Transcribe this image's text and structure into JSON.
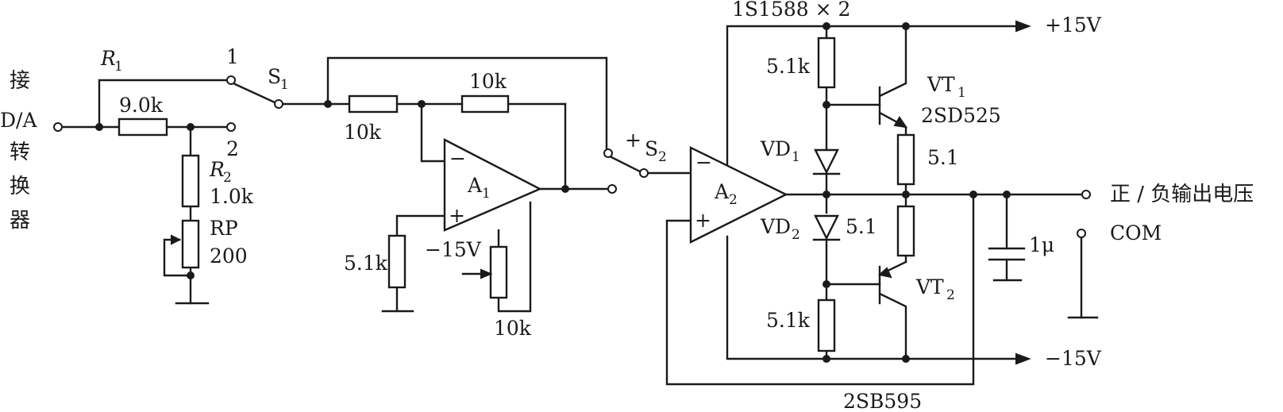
{
  "input": {
    "char1": "接",
    "da": "D/A",
    "char2": "转",
    "char3": "换",
    "char4": "器"
  },
  "R1": {
    "name": "R",
    "sub": "1"
  },
  "r9k": "9.0k",
  "switch1": {
    "pos1": "1",
    "pos2": "2",
    "name": "S",
    "sub": "1"
  },
  "R2": {
    "name": "R",
    "sub": "2",
    "value": "1.0k"
  },
  "RP": {
    "name": "RP",
    "value": "200"
  },
  "a1": {
    "rin": "10k",
    "rf": "10k",
    "name": "A",
    "sub": "1",
    "minus": "−",
    "plus": "+",
    "rbias": "5.1k",
    "supply": "−15V",
    "trim": "10k"
  },
  "switch2": {
    "name": "S",
    "sub": "2",
    "plus": "+"
  },
  "a2": {
    "name": "A",
    "sub": "2",
    "minus": "−",
    "plus": "+"
  },
  "diodes": {
    "part": "1S1588 × 2",
    "vd1": {
      "name": "VD",
      "sub": "1"
    },
    "vd2": {
      "name": "VD",
      "sub": "2"
    },
    "rtop": "5.1k",
    "rbottom": "5.1k"
  },
  "vt1": {
    "name": "VT",
    "sub": "1",
    "part": "2SD525",
    "re": "5.1"
  },
  "vt2": {
    "name": "VT",
    "sub": "2",
    "part": "2SB595",
    "re": "5.1"
  },
  "supplies": {
    "pos": "+15V",
    "neg": "−15V"
  },
  "cap": "1μ",
  "output": {
    "label": "正 / 负输出电压",
    "com": "COM"
  }
}
